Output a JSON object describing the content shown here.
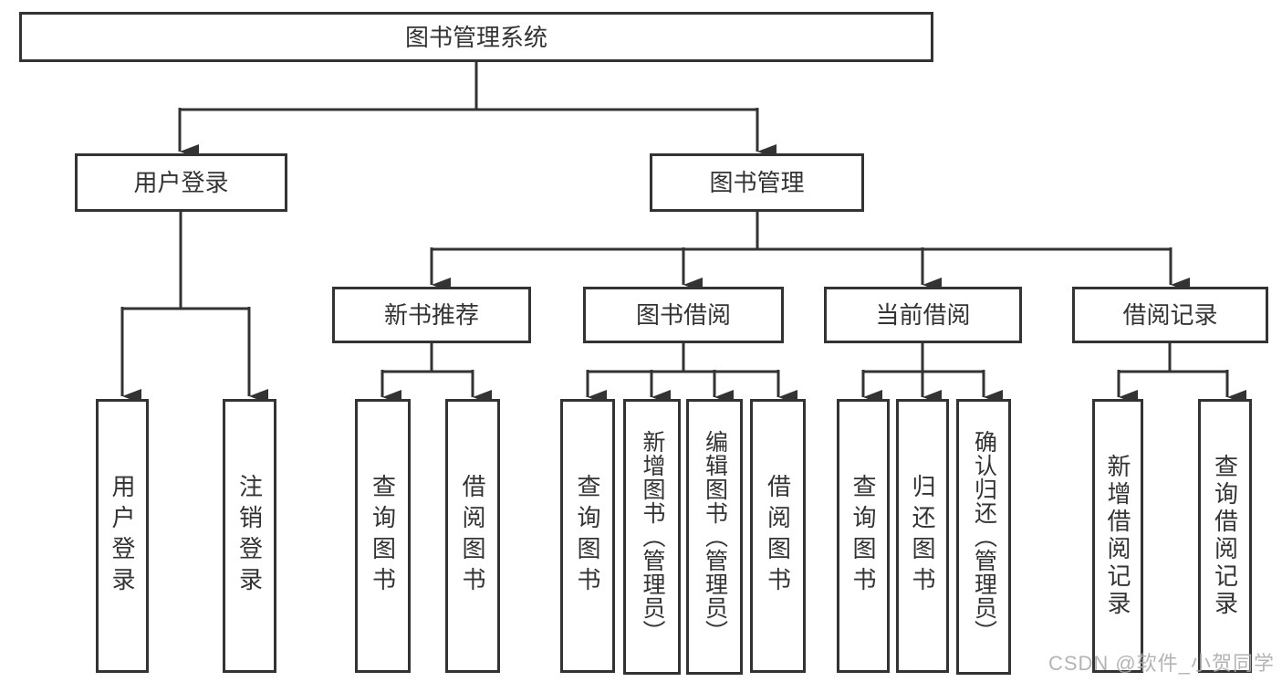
{
  "diagram": {
    "title": "图书管理系统",
    "nodes": {
      "root": {
        "label": "图书管理系统"
      },
      "branches": [
        {
          "label": "用户登录",
          "children": [
            {
              "label": "用户登录"
            },
            {
              "label": "注销登录"
            }
          ]
        },
        {
          "label": "图书管理",
          "children": [
            {
              "label": "新书推荐",
              "children": [
                {
                  "label": "查询图书"
                },
                {
                  "label": "借阅图书"
                }
              ]
            },
            {
              "label": "图书借阅",
              "children": [
                {
                  "label": "查询图书"
                },
                {
                  "label": "新增图书（管理员）"
                },
                {
                  "label": "编辑图书（管理员）"
                },
                {
                  "label": "借阅图书"
                }
              ]
            },
            {
              "label": "当前借阅",
              "children": [
                {
                  "label": "查询图书"
                },
                {
                  "label": "归还图书"
                },
                {
                  "label": "确认归还（管理员）"
                }
              ]
            },
            {
              "label": "借阅记录",
              "children": [
                {
                  "label": "新增借阅记录"
                },
                {
                  "label": "查询借阅记录"
                }
              ]
            }
          ]
        }
      ]
    },
    "colors": {
      "line": "#333333",
      "text": "#333333",
      "background": "#ffffff",
      "watermark": "#acacac"
    }
  },
  "watermark": {
    "text": "CSDN @软件_小贺同学"
  }
}
